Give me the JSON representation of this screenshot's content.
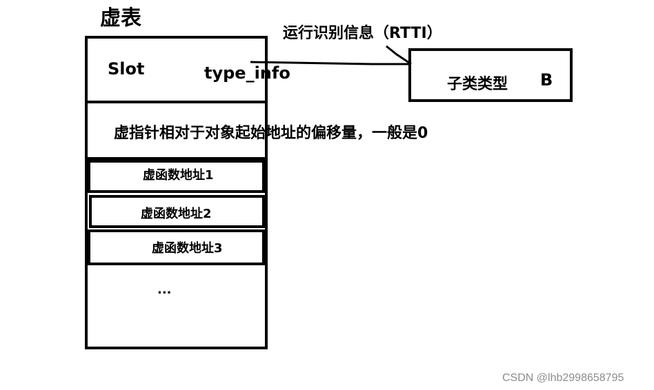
{
  "vtable": {
    "title": "虚表",
    "slot_label": "Slot",
    "type_info_label": "type_info",
    "offset_label": "虚指针相对于对象起始地址的偏移量，一般是0",
    "entries": [
      "虚函数地址1",
      "虚函数地址2",
      "虚函数地址3"
    ],
    "ellipsis": "..."
  },
  "rtti": {
    "label": "运行识别信息（RTTI）",
    "type_label": "子类类型",
    "type_value": "B"
  },
  "watermark": "CSDN @lhb2998658795"
}
